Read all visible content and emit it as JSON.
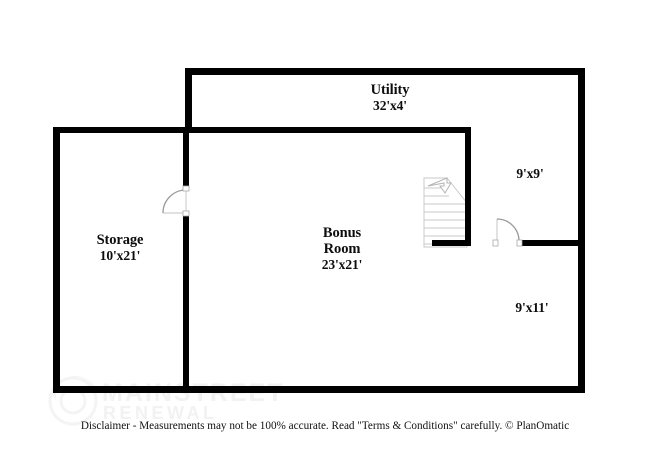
{
  "document": {
    "type": "floor-plan",
    "background_color": "#ffffff",
    "wall_color": "#000000",
    "text_color": "#111111"
  },
  "rooms": [
    {
      "id": "utility",
      "name": "Utility",
      "dimensions": "32'x4'",
      "has_name": true
    },
    {
      "id": "storage",
      "name": "Storage",
      "dimensions": "10'x21'",
      "has_name": true
    },
    {
      "id": "bonus_room",
      "name": "Bonus",
      "name_line2": "Room",
      "dimensions": "23'x21'",
      "has_name": true
    },
    {
      "id": "room_9x9",
      "name": "",
      "dimensions": "9'x9'",
      "has_name": false
    },
    {
      "id": "room_9x11",
      "name": "",
      "dimensions": "9'x11'",
      "has_name": false
    }
  ],
  "labels": {
    "utility_name": "Utility",
    "utility_dim": "32'x4'",
    "storage_name": "Storage",
    "storage_dim": "10'x21'",
    "bonus_name_line1": "Bonus",
    "bonus_name_line2": "Room",
    "bonus_dim": "23'x21'",
    "room_9x9_dim": "9'x9'",
    "room_9x11_dim": "9'x11'"
  },
  "features": {
    "staircase": "staircase-icon",
    "door_storage": "door-swing-icon",
    "door_right": "door-swing-icon"
  },
  "watermark": {
    "line1": "MAINSTREET",
    "line2": "RENEWAL",
    "logo": "mainstreet-renewal-logo-icon",
    "color": "#f2f2f2"
  },
  "footer": {
    "disclaimer": "Disclaimer - Measurements may not be 100% accurate. Read \"Terms & Conditions\" carefully. © PlanOmatic"
  }
}
